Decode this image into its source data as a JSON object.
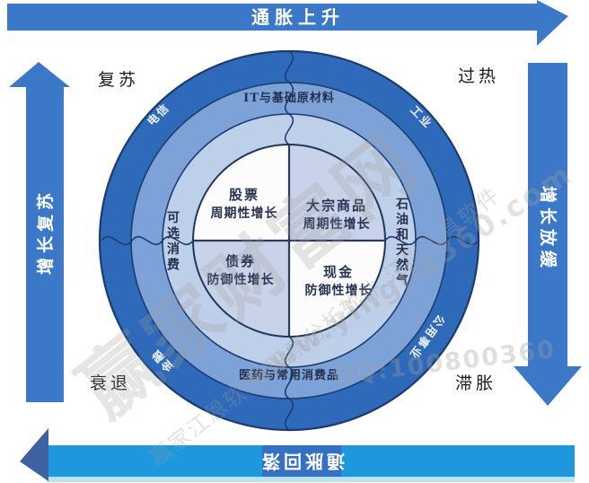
{
  "arrows": {
    "top": "通胀上升",
    "right": "增长放缓",
    "bottom": "通胀回落",
    "left": "增长复苏"
  },
  "phases": {
    "top_left": "复苏",
    "top_right": "过热",
    "bottom_left": "衰退",
    "bottom_right": "滞胀"
  },
  "outer_ring_sectors": {
    "top_left": "电信",
    "top_right": "工业",
    "bottom_left": "金融",
    "bottom_right": "公用事业"
  },
  "middle_ring_sectors": {
    "top": "IT与基础原材料",
    "bottom": "医药与常用消费品"
  },
  "inner_ring_sectors": {
    "left": "可选消费",
    "right": "石油和天然气"
  },
  "quadrants": {
    "top_left": {
      "asset": "股票",
      "style": "周期性增长"
    },
    "top_right": {
      "asset": "大宗商品",
      "style": "周期性增长"
    },
    "bottom_left": {
      "asset": "债券",
      "style": "防御性增长"
    },
    "bottom_right": {
      "asset": "现金",
      "style": "防御性增长"
    }
  },
  "watermarks": {
    "brand_large": "赢家财富网",
    "slogan": "赢家江恩软件 股票分析软件 江恩工具软件",
    "website": "www.yingjia360.com",
    "qq": "QQ:100800360"
  },
  "colors": {
    "arrow_blue": "#3c78c8",
    "bottom_arrow_blue": "#1f97dc",
    "bottom_arrowhead": "#3e61a4",
    "bottom_arrow_patch": "#3470c4",
    "bottom_arrow_stripe": "#b9e1f4",
    "outer_ring": "#2e6ab9",
    "middle_ring": "#7ca2d8",
    "inner_ring": "#bdcfe9",
    "quadrant_light": "#fcfcfd",
    "quadrant_shaded": "#c8d2e8",
    "ring_outline": "#1b3c6e",
    "label_dark": "#253252"
  }
}
